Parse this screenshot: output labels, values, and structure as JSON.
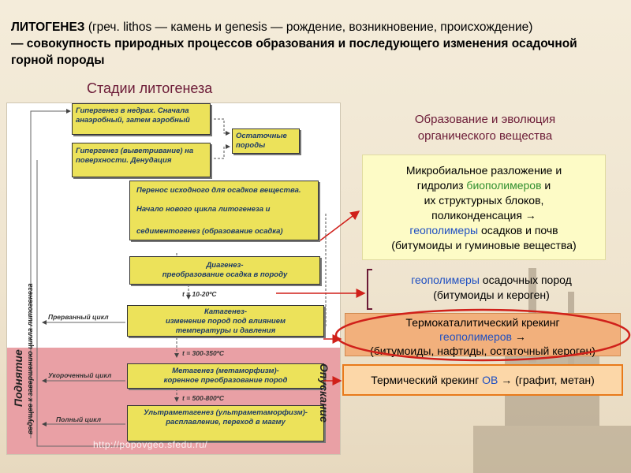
{
  "intro": {
    "term": "ЛИТОГЕНЕЗ",
    "etym": " (греч. lithos — камень и genesis — рождение, возникновение, происхождение)",
    "definition": "— совокупность природных процессов образования и последующего изменения осадочной горной породы"
  },
  "stages_title": "Стадии литогенеза",
  "diagram": {
    "boxes": {
      "hypergenesis_depth": "Гипергенез в недрах. Сначала анаэробный, затем аэробный",
      "residual": "Остаточные породы",
      "hypergenesis_surface": "Гипергенез (выветривание) на поверхности. Денудация",
      "transfer": "Перенос исходного для осадков вещества.",
      "new_cycle": "Начало нового цикла литогенеза и",
      "sedimentogenesis": "седиментогенез (образование осадка)",
      "diagenesis_title": "Диагенез-",
      "diagenesis_desc": "преобразование осадка в породу",
      "catagenesis_title": "Катагенез-",
      "catagenesis_desc": "изменение пород под влиянием температуры и давления",
      "metagenesis_title": "Метагенез (метаморфизм)-",
      "metagenesis_desc": "коренное преобразование пород",
      "ultra_title": "Ультраметагенез (ультраметаморфизм)-",
      "ultra_desc": "расплавление, переход в магму"
    },
    "temps": {
      "t1": "t = 10-20ºC",
      "t2": "t = 300-350ºC",
      "t3": "t = 500-800ºC"
    },
    "cycles": {
      "interrupted": "Прерванный цикл",
      "shortened": "Укороченный цикл",
      "full": "Полный цикл"
    },
    "side": {
      "uplift": "Поднятие",
      "uplift_sub": "ведущее к завершению цикла литогенеза",
      "subsidence": "Опускание"
    }
  },
  "evolution_title": "Образование и эволюция органического вещества",
  "panel1": {
    "l1": "Микробиальное разложение и",
    "l2a": "гидролиз ",
    "l2b": "биополимеров",
    "l2c": " и",
    "l3": "их структурных блоков,",
    "l4": "поликонденсация →",
    "l5a": "геополимеры",
    "l5b": " осадков и почв",
    "l6": "(битумоиды и гуминовые вещества)"
  },
  "panel2": {
    "l1a": "геополимеры",
    "l1b": " осадочных пород",
    "l2": "(битумоиды и кероген)"
  },
  "panel3": {
    "l1": "Термокаталитический крекинг",
    "l2a": "геополимеров",
    "l2b": " →",
    "l3": "(битумоиды, нафтиды, остаточный кероген)"
  },
  "panel4": {
    "a": "Термический крекинг ",
    "b": "ОВ",
    "c": " → (графит, метан)"
  },
  "watermark": "http://popovgeo.sfedu.ru/",
  "colors": {
    "box_yellow": "#ece25a",
    "pink_zone": "#e9a0a5",
    "accent_red": "#d0201a",
    "blue_text": "#1f4fc1",
    "green_text": "#2f8f2f"
  }
}
